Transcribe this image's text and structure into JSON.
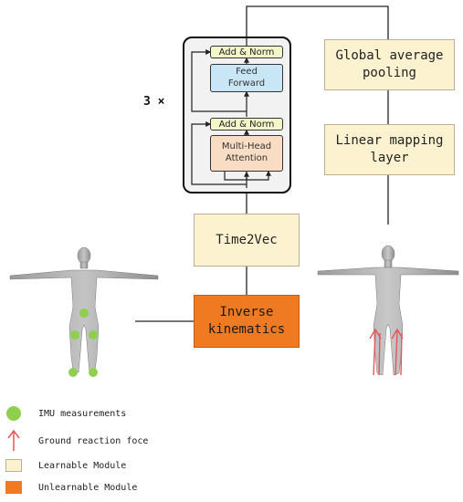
{
  "transformer": {
    "add_norm_top": "Add & Norm",
    "feed_forward": "Feed\nForward",
    "add_norm_bottom": "Add & Norm",
    "multi_head_attention": "Multi-Head\nAttention",
    "repeat_label": "3 ×"
  },
  "modules": {
    "time2vec": "Time2Vec",
    "inverse_kinematics": "Inverse\nkinematics",
    "global_average_pooling": "Global average\npooling",
    "linear_mapping_layer": "Linear mapping\nlayer"
  },
  "legend": {
    "imu": "IMU measurements",
    "grf": "Ground reaction foce",
    "learnable": "Learnable Module",
    "unlearnable": "Unlearnable Module"
  },
  "colors": {
    "learnable": "#fdf2d0",
    "unlearnable": "#f07a22",
    "imu_dot": "#8ed04e",
    "grf_arrow": "#e8555a",
    "feed_forward": "#c8e6f5",
    "attention": "#f8dcc3",
    "add_norm": "#f3f6c9"
  }
}
